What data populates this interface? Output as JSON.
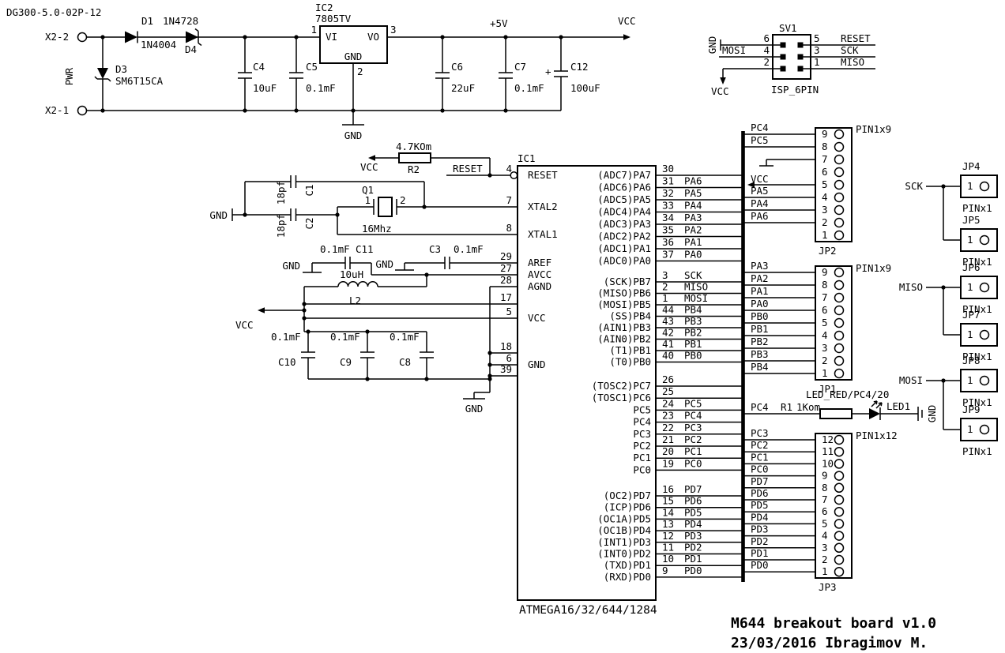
{
  "doc": {
    "id": "DG300-5.0-02P-12"
  },
  "title": {
    "line1": "M644 breakout board v1.0",
    "line2": "23/03/2016 Ibragimov M."
  },
  "power": {
    "x2_2": "X2-2",
    "x2_1": "X2-1",
    "pwr": "PWR",
    "d1": "D1",
    "d1_val": "1N4004",
    "d4": "D4",
    "d4_val": "1N4728",
    "d3": "D3",
    "d3_val": "SM6T15CA",
    "ic2": "IC2",
    "ic2_val": "7805TV",
    "vi": "VI",
    "vo": "VO",
    "gnd_pin": "GND",
    "p1": "1",
    "p2": "2",
    "p3": "3",
    "c4": "C4",
    "c4_val": "10uF",
    "c5": "C5",
    "c5_val": "0.1mF",
    "c6": "C6",
    "c6_val": "22uF",
    "c7": "C7",
    "c7_val": "0.1mF",
    "plus": "+",
    "c12": "C12",
    "c12_val": "100uF",
    "rail": "+5V",
    "vcc": "VCC",
    "gnd": "GND"
  },
  "isp": {
    "ref": "SV1",
    "part": "ISP_6PIN",
    "gnd": "GND",
    "mosi": "MOSI",
    "vcc": "VCC",
    "reset": "RESET",
    "sck": "SCK",
    "miso": "MISO",
    "p6": "6",
    "p4": "4",
    "p2": "2",
    "p5": "5",
    "p3": "3",
    "p1": "1"
  },
  "rst": {
    "val": "4.7KOm",
    "ref": "R2",
    "vcc": "VCC",
    "net": "RESET"
  },
  "xtal": {
    "ref": "Q1",
    "freq": "16Mhz",
    "p1": "1",
    "p2": "2",
    "c1": "C1",
    "c1_val": "18pf",
    "c2": "C2",
    "c2_val": "18pf",
    "gnd": "GND"
  },
  "analog": {
    "c11": "C11",
    "c11_val": "0.1mF",
    "c3": "C3",
    "c3_val": "0.1mF",
    "l2": "L2",
    "l2_val": "10uH",
    "gnd1": "GND",
    "gnd2": "GND"
  },
  "decap": {
    "v10": "0.1mF",
    "v9": "0.1mF",
    "v8": "0.1mF",
    "c10": "C10",
    "c9": "C9",
    "c8": "C8",
    "vcc": "VCC",
    "gnd": "GND"
  },
  "ic1": {
    "ref": "IC1",
    "part": "ATMEGA16/32/644/1284",
    "left": {
      "reset": {
        "num": "4",
        "name": "RESET"
      },
      "xtal2": {
        "num": "7",
        "name": "XTAL2"
      },
      "xtal1": {
        "num": "8",
        "name": "XTAL1"
      },
      "aref": {
        "num": "29",
        "name": "AREF"
      },
      "avcc": {
        "num": "27",
        "name": "AVCC"
      },
      "agnd": {
        "num": "28",
        "name": "AGND"
      },
      "vcc": {
        "num1": "17",
        "num2": "5",
        "name": "VCC"
      },
      "gnd": {
        "num1": "18",
        "num2": "6",
        "num3": "39",
        "name": "GND"
      }
    },
    "porta": [
      {
        "num": "30",
        "name": "(ADC7)PA7",
        "net": ""
      },
      {
        "num": "31",
        "name": "(ADC6)PA6",
        "net": "PA6"
      },
      {
        "num": "32",
        "name": "(ADC5)PA5",
        "net": "PA5"
      },
      {
        "num": "33",
        "name": "(ADC4)PA4",
        "net": "PA4"
      },
      {
        "num": "34",
        "name": "(ADC3)PA3",
        "net": "PA3"
      },
      {
        "num": "35",
        "name": "(ADC2)PA2",
        "net": "PA2"
      },
      {
        "num": "36",
        "name": "(ADC1)PA1",
        "net": "PA1"
      },
      {
        "num": "37",
        "name": "(ADC0)PA0",
        "net": "PA0"
      }
    ],
    "portb": [
      {
        "num": "3",
        "name": "(SCK)PB7",
        "net": "SCK"
      },
      {
        "num": "2",
        "name": "(MISO)PB6",
        "net": "MISO"
      },
      {
        "num": "1",
        "name": "(MOSI)PB5",
        "net": "MOSI"
      },
      {
        "num": "44",
        "name": "(SS)PB4",
        "net": "PB4"
      },
      {
        "num": "43",
        "name": "(AIN1)PB3",
        "net": "PB3"
      },
      {
        "num": "42",
        "name": "(AIN0)PB2",
        "net": "PB2"
      },
      {
        "num": "41",
        "name": "(T1)PB1",
        "net": "PB1"
      },
      {
        "num": "40",
        "name": "(T0)PB0",
        "net": "PB0"
      }
    ],
    "portc": [
      {
        "num": "26",
        "name": "(TOSC2)PC7",
        "net": ""
      },
      {
        "num": "25",
        "name": "(TOSC1)PC6",
        "net": ""
      },
      {
        "num": "24",
        "name": "PC5",
        "net": "PC5"
      },
      {
        "num": "23",
        "name": "PC4",
        "net": "PC4"
      },
      {
        "num": "22",
        "name": "PC3",
        "net": "PC3"
      },
      {
        "num": "21",
        "name": "PC2",
        "net": "PC2"
      },
      {
        "num": "20",
        "name": "PC1",
        "net": "PC1"
      },
      {
        "num": "19",
        "name": "PC0",
        "net": "PC0"
      }
    ],
    "portd": [
      {
        "num": "16",
        "name": "(OC2)PD7",
        "net": "PD7"
      },
      {
        "num": "15",
        "name": "(ICP)PD6",
        "net": "PD6"
      },
      {
        "num": "14",
        "name": "(OC1A)PD5",
        "net": "PD5"
      },
      {
        "num": "13",
        "name": "(OC1B)PD4",
        "net": "PD4"
      },
      {
        "num": "12",
        "name": "(INT1)PD3",
        "net": "PD3"
      },
      {
        "num": "11",
        "name": "(INT0)PD2",
        "net": "PD2"
      },
      {
        "num": "10",
        "name": "(TXD)PD1",
        "net": "PD1"
      },
      {
        "num": "9",
        "name": "(RXD)PD0",
        "net": "PD0"
      }
    ]
  },
  "headers": {
    "jp2": {
      "ref": "JP2",
      "type": "PIN1x9",
      "vcc": "VCC",
      "rows": [
        {
          "pin": "9",
          "net": "PC4"
        },
        {
          "pin": "8",
          "net": "PC5"
        },
        {
          "pin": "7",
          "net": ""
        },
        {
          "pin": "6",
          "net": ""
        },
        {
          "pin": "5",
          "net": ""
        },
        {
          "pin": "4",
          "net": "PA5"
        },
        {
          "pin": "3",
          "net": "PA4"
        },
        {
          "pin": "2",
          "net": "PA6"
        },
        {
          "pin": "1",
          "net": ""
        }
      ]
    },
    "jp1": {
      "ref": "JP1",
      "type": "PIN1x9",
      "rows": [
        {
          "pin": "9",
          "net": "PA3"
        },
        {
          "pin": "8",
          "net": "PA2"
        },
        {
          "pin": "7",
          "net": "PA1"
        },
        {
          "pin": "6",
          "net": "PA0"
        },
        {
          "pin": "5",
          "net": "PB0"
        },
        {
          "pin": "4",
          "net": "PB1"
        },
        {
          "pin": "3",
          "net": "PB2"
        },
        {
          "pin": "2",
          "net": "PB3"
        },
        {
          "pin": "1",
          "net": "PB4"
        }
      ]
    },
    "jp3": {
      "ref": "JP3",
      "type": "PIN1x12",
      "rows": [
        {
          "pin": "12",
          "net": "PC3"
        },
        {
          "pin": "11",
          "net": "PC2"
        },
        {
          "pin": "10",
          "net": "PC1"
        },
        {
          "pin": "9",
          "net": "PC0"
        },
        {
          "pin": "8",
          "net": "PD7"
        },
        {
          "pin": "7",
          "net": "PD6"
        },
        {
          "pin": "6",
          "net": "PD5"
        },
        {
          "pin": "5",
          "net": "PD4"
        },
        {
          "pin": "4",
          "net": "PD3"
        },
        {
          "pin": "3",
          "net": "PD2"
        },
        {
          "pin": "2",
          "net": "PD1"
        },
        {
          "pin": "1",
          "net": "PD0"
        }
      ]
    }
  },
  "led": {
    "net": "PC4",
    "r_ref": "R1",
    "r_val": "1Kom",
    "name": "LED_RED/PC4/20",
    "led_ref": "LED1",
    "gnd": "GND"
  },
  "breakouts": [
    {
      "ref": "JP4",
      "pin": "1",
      "type": "PINx1",
      "net": "SCK"
    },
    {
      "ref": "JP5",
      "pin": "1",
      "type": "PINx1",
      "net": ""
    },
    {
      "ref": "JP6",
      "pin": "1",
      "type": "PINx1",
      "net": "MISO"
    },
    {
      "ref": "JP7",
      "pin": "1",
      "type": "PINx1",
      "net": ""
    },
    {
      "ref": "JP8",
      "pin": "1",
      "type": "PINx1",
      "net": "MOSI"
    },
    {
      "ref": "JP9",
      "pin": "1",
      "type": "PINx1",
      "net": ""
    }
  ]
}
